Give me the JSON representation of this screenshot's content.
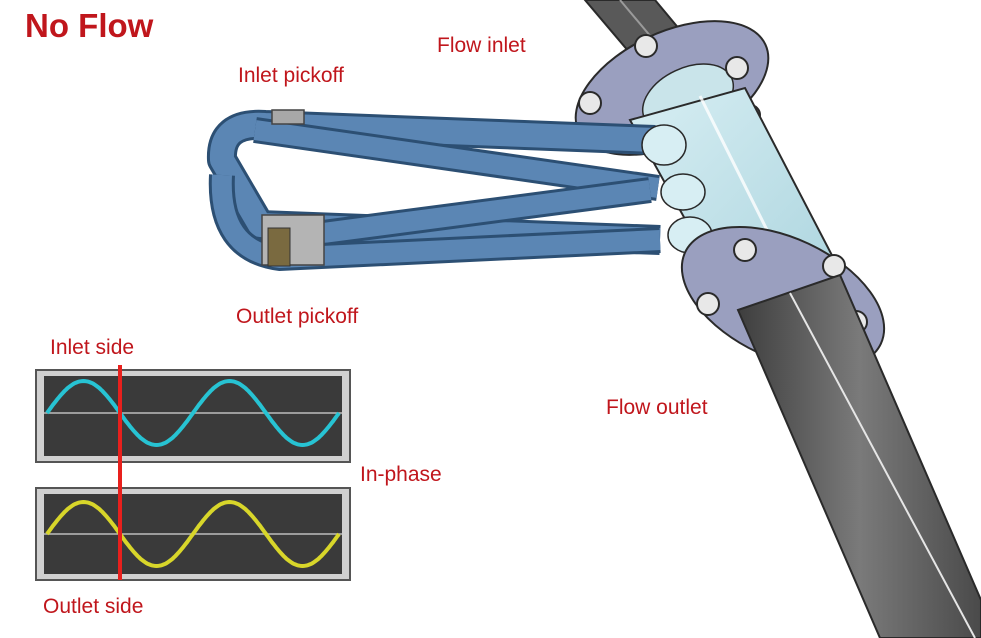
{
  "title": "No Flow",
  "labels": {
    "flow_inlet": "Flow inlet",
    "inlet_pickoff": "Inlet pickoff",
    "outlet_pickoff": "Outlet pickoff",
    "flow_outlet": "Flow  outlet",
    "inlet_side": "Inlet  side",
    "outlet_side": "Outlet side",
    "phase": "In-phase"
  },
  "colors": {
    "label_red": "#c0161c",
    "tube_blue": "#5b86b4",
    "pipe_gray": "#6a6a6a",
    "flange": "#9a9fbf",
    "scope_bg": "#3a3a3a",
    "inlet_wave": "#27c3d3",
    "outlet_wave": "#d8d62a",
    "marker": "#e8201d"
  },
  "scopes": {
    "inlet": {
      "wave_cycles": 2,
      "phase_deg": 0
    },
    "outlet": {
      "wave_cycles": 2,
      "phase_deg": 0
    }
  }
}
